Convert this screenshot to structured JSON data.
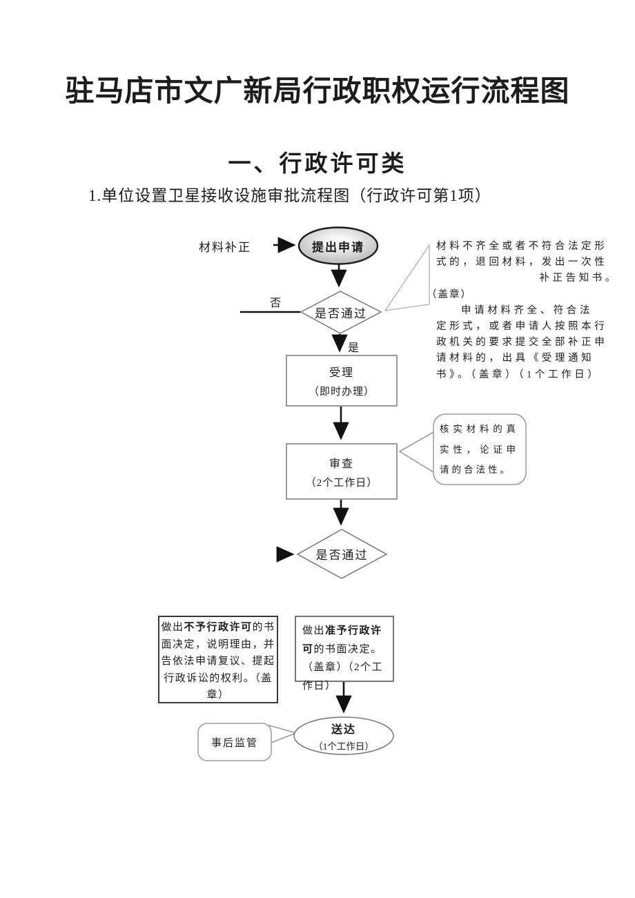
{
  "page": {
    "title": "驻马店市文广新局行政职权运行流程图",
    "section_heading": "一、行政许可类",
    "subsection_heading": "1.单位设置卫星接收设施审批流程图（行政许可第1项）"
  },
  "flowchart": {
    "material_correction_label": "材料补正",
    "start_node": "提出申请",
    "decision1": "是否通过",
    "no_label": "否",
    "yes_label": "是",
    "accept_line1": "受理",
    "accept_line2": "（即时办理）",
    "review_line1": "审查",
    "review_line2": "（2个工作日）",
    "decision2": "是否通过",
    "verify_callout": "核实材料的真实性，论证申请的合法性。",
    "right_note_lines": [
      "材料不齐全或者不符合法定形",
      "式的，退回材料，发出一次性",
      "补正告知书。",
      "（盖章）",
      "申请材料齐全、符合法",
      "定形式，或者申请人按照本行",
      "政机关的要求提交全部补正申",
      "请材料的，出具《受理通知",
      "书》。（盖章）（1个工作日）"
    ],
    "deny_prefix": "做出",
    "deny_bold": "不予行政许可",
    "deny_rest": "的书面决定，说明理由，并告依法申请复议、提起行政诉讼的权利。（盖章）",
    "approve_prefix": "做出",
    "approve_bold": "准予行政许可",
    "approve_rest": "的书面决定。（盖章）（2个工作日）",
    "deliver_line1": "送达",
    "deliver_line2": "（1个工作日）",
    "post_supervision": "事后监管"
  },
  "colors": {
    "oval_center": "#fafafa",
    "oval_edge": "#a8a8a8",
    "connector": "#111111",
    "shape_border": "#777777"
  }
}
